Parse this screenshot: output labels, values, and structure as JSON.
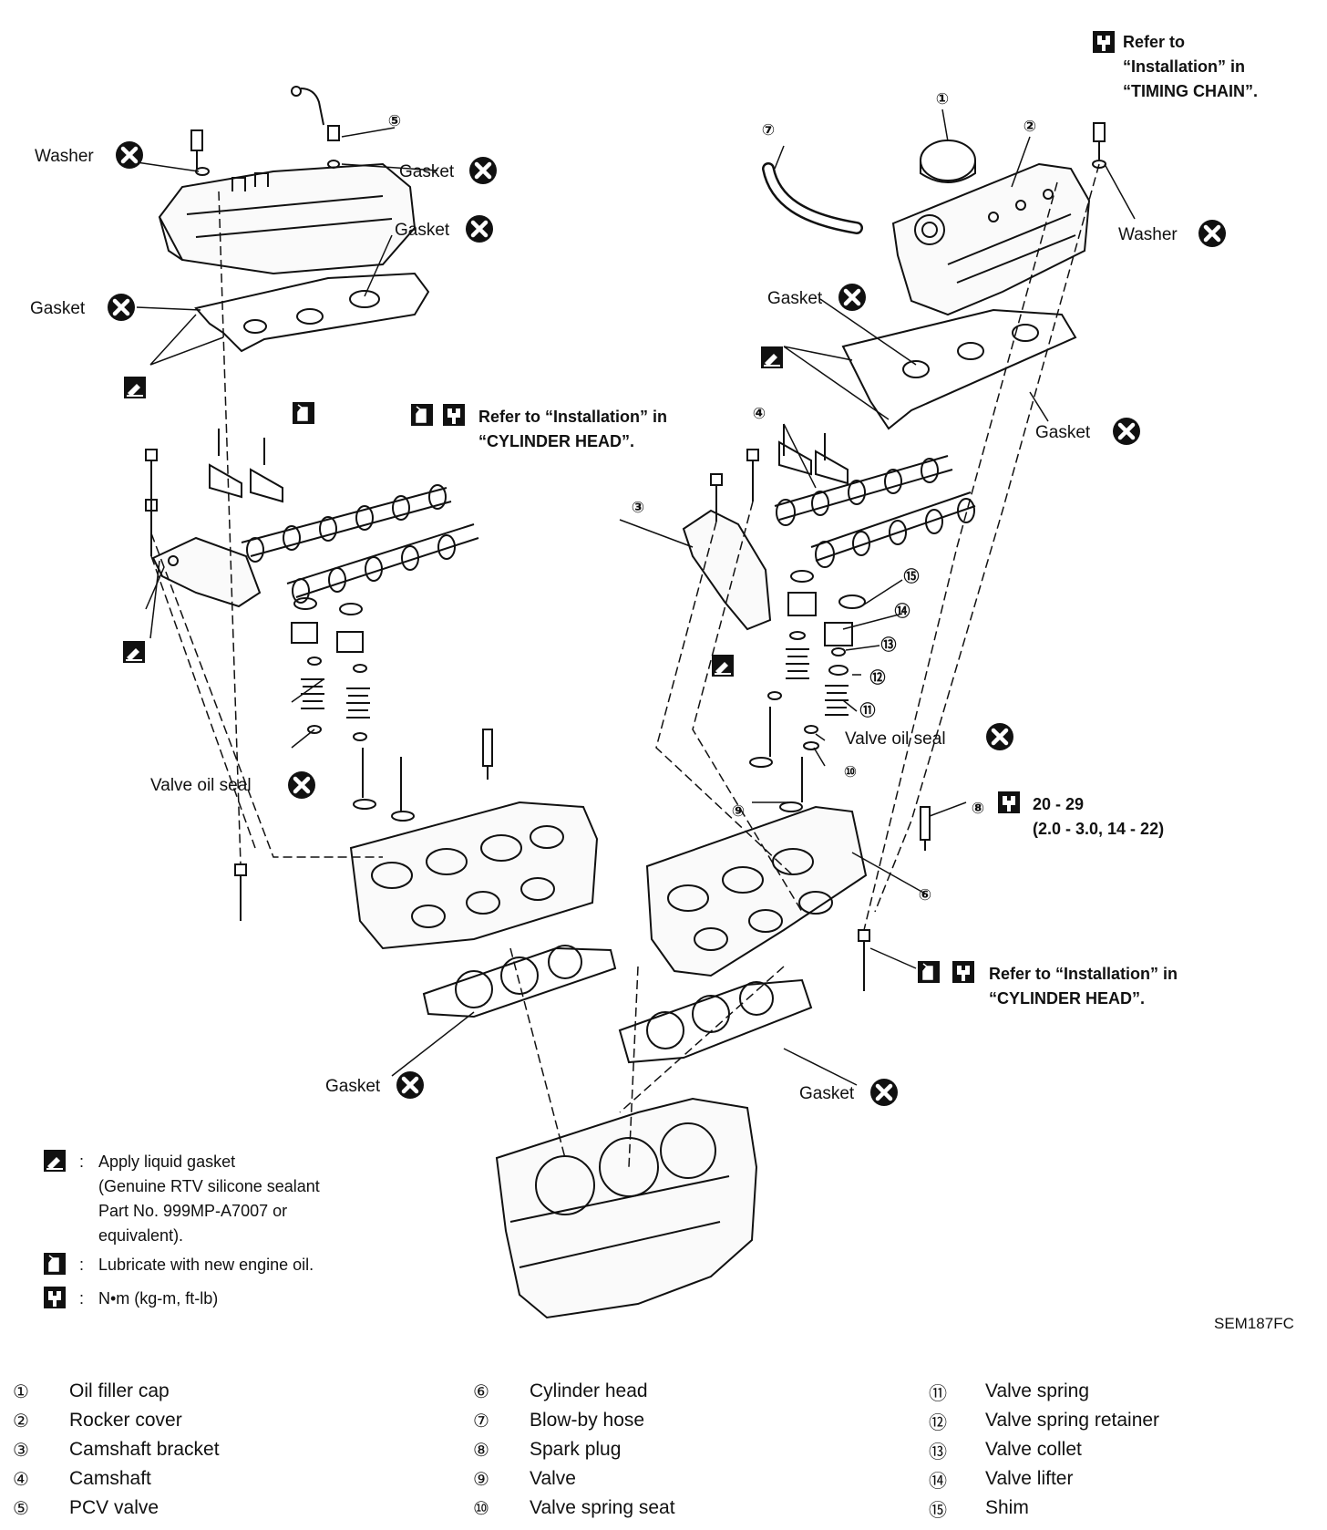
{
  "callouts": {
    "refer_timing": [
      "Refer to",
      "“Installation” in",
      "“TIMING CHAIN”."
    ],
    "refer_cyl_head_top": [
      "Refer to “Installation” in",
      "“CYLINDER HEAD”."
    ],
    "refer_cyl_head_bottom": [
      "Refer to “Installation” in",
      "“CYLINDER HEAD”."
    ],
    "torque_spark": [
      "20 - 29",
      "(2.0 - 3.0, 14 - 22)"
    ]
  },
  "labels": {
    "washer": "Washer",
    "gasket": "Gasket",
    "valve_oil_seal": "Valve oil seal"
  },
  "legend": {
    "liquid_gasket": [
      "Apply liquid gasket",
      "(Genuine RTV silicone sealant",
      "Part No. 999MP-A7007 or",
      "equivalent)."
    ],
    "lubricate": "Lubricate with new engine oil.",
    "torque_units": "N•m (kg-m, ft-lb)"
  },
  "figure_code": "SEM187FC",
  "part_numbers": [
    "①",
    "②",
    "③",
    "④",
    "⑤",
    "⑥",
    "⑦",
    "⑧",
    "⑨",
    "⑩",
    "⑪",
    "⑫",
    "⑬",
    "⑭",
    "⑮"
  ],
  "parts": [
    {
      "num": "①",
      "name": "Oil filler cap"
    },
    {
      "num": "②",
      "name": "Rocker cover"
    },
    {
      "num": "③",
      "name": "Camshaft bracket"
    },
    {
      "num": "④",
      "name": "Camshaft"
    },
    {
      "num": "⑤",
      "name": "PCV valve"
    },
    {
      "num": "⑥",
      "name": "Cylinder head"
    },
    {
      "num": "⑦",
      "name": "Blow-by hose"
    },
    {
      "num": "⑧",
      "name": "Spark plug"
    },
    {
      "num": "⑨",
      "name": "Valve"
    },
    {
      "num": "⑩",
      "name": "Valve spring seat"
    },
    {
      "num": "⑪",
      "name": "Valve spring"
    },
    {
      "num": "⑫",
      "name": "Valve spring retainer"
    },
    {
      "num": "⑬",
      "name": "Valve collet"
    },
    {
      "num": "⑭",
      "name": "Valve lifter"
    },
    {
      "num": "⑮",
      "name": "Shim"
    }
  ]
}
